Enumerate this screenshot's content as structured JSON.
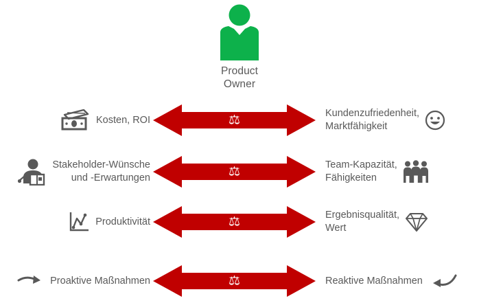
{
  "theme": {
    "background": "#ffffff",
    "arrow_color": "#C00000",
    "person_color": "#0DB14B",
    "text_color": "#595959",
    "icon_color": "#595959"
  },
  "center": {
    "role_label_line1": "Product",
    "role_label_line2": "Owner",
    "icon": "person-silhouette-icon"
  },
  "balance_glyph": "⚖",
  "rows": [
    {
      "left": {
        "icon": "money-banknotes-icon",
        "lines": [
          "Kosten, ROI"
        ]
      },
      "right": {
        "icon": "smiley-face-icon",
        "lines": [
          "Kundenzufriedenheit,",
          "Marktfähigkeit"
        ]
      }
    },
    {
      "left": {
        "icon": "presenter-person-icon",
        "lines": [
          "Stakeholder-Wünsche",
          "und -Erwartungen"
        ]
      },
      "right": {
        "icon": "three-people-icon",
        "lines": [
          "Team-Kapazität,",
          "Fähigkeiten"
        ]
      }
    },
    {
      "left": {
        "icon": "line-chart-icon",
        "lines": [
          "Produktivität"
        ]
      },
      "right": {
        "icon": "diamond-icon",
        "lines": [
          "Ergebnisqualität,",
          "Wert"
        ]
      }
    },
    {
      "left": {
        "icon": "forward-arrow-icon",
        "lines": [
          "Proaktive Maßnahmen"
        ]
      },
      "right": {
        "icon": "back-curved-arrow-icon",
        "lines": [
          "Reaktive Maßnahmen"
        ]
      }
    }
  ]
}
